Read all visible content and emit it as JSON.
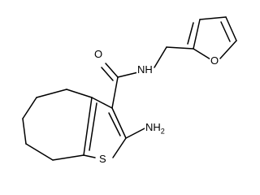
{
  "molecule": {
    "atoms": {
      "oxygen_carbonyl": "O",
      "amide_nh": "NH",
      "furan_oxygen": "O",
      "thiophene_sulfur": "S",
      "amine": "NH2"
    }
  }
}
